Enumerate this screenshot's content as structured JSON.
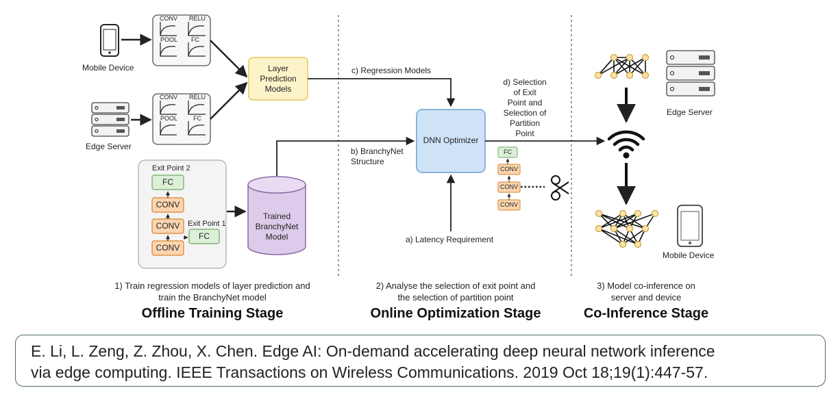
{
  "labels": {
    "mobile_device_left": "Mobile Device",
    "edge_server_left": "Edge Server",
    "layer_prediction": "Layer\nPrediction\nModels",
    "regression_models": "c) Regression Models",
    "dnn_optimizer": "DNN Optimizer",
    "branchynet_structure": "b) BranchyNet\nStructure",
    "selection": "d) Selection\nof Exit\nPoint and\nSelection of\nPartition\nPoint",
    "latency": "a) Latency Requirement",
    "trained_model": "Trained\nBranchyNet\nModel",
    "exit_point_2": "Exit Point 2",
    "exit_point_1": "Exit Point 1",
    "edge_server_right": "Edge Server",
    "mobile_device_right": "Mobile Device",
    "conv": "CONV",
    "fc": "FC",
    "relu": "RELU",
    "pool": "POOL"
  },
  "stages": [
    {
      "desc": "1) Train regression models of layer prediction and\ntrain the BranchyNet model",
      "title": "Offline Training Stage"
    },
    {
      "desc": "2) Analyse the selection of exit point and\nthe selection of partition point",
      "title": "Online Optimization Stage"
    },
    {
      "desc": "3) Model co-inference on\nserver and device",
      "title": "Co-Inference Stage"
    }
  ],
  "citation": "E. Li, L. Zeng, Z. Zhou, X. Chen. Edge AI: On-demand accelerating deep neural network inference\nvia edge computing. IEEE Transactions on Wireless Communications. 2019 Oct 18;19(1):447-57.",
  "colors": {
    "yellow_box": "#fdf3c8",
    "yellow_border": "#e8c860",
    "blue_box": "#cfe3f7",
    "blue_border": "#6b9fd0",
    "purple": "#dccbea",
    "purple_border": "#8a6aa6",
    "orange": "#fbd5b0",
    "orange_border": "#d9822b",
    "green": "#dcefd7",
    "green_border": "#6fa866"
  }
}
